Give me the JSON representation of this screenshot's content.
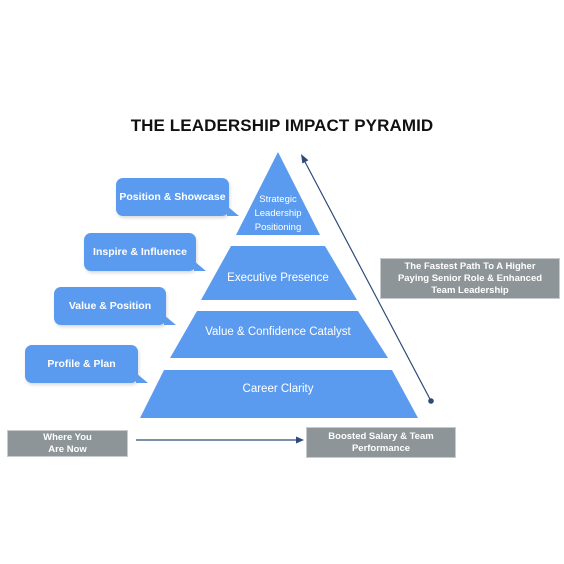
{
  "title": "THE LEADERSHIP IMPACT PYRAMID",
  "colors": {
    "layer_fill": "#5b9bef",
    "bubble_fill": "#5b9bef",
    "box_fill": "#8e9599",
    "arrow_color": "#2e4a78",
    "title_color": "#111111"
  },
  "pyramid": {
    "layers": [
      {
        "label": "Strategic Leadership Positioning"
      },
      {
        "label": "Executive Presence"
      },
      {
        "label": "Value & Confidence Catalyst"
      },
      {
        "label": "Career Clarity"
      }
    ]
  },
  "bubbles": [
    {
      "label": "Position & Showcase"
    },
    {
      "label": "Inspire & Influence"
    },
    {
      "label": "Value & Position"
    },
    {
      "label": "Profile & Plan"
    }
  ],
  "boxes": {
    "start": "Where You Are Now",
    "end": "Boosted Salary & Team Performance",
    "outcome": "The Fastest Path To A Higher Paying Senior Role & Enhanced Team Leadership"
  }
}
